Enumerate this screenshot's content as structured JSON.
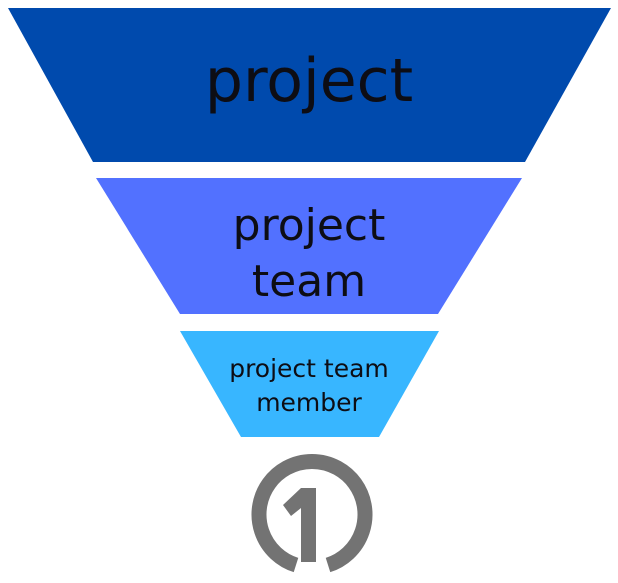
{
  "funnel": {
    "tiers": [
      {
        "lines": [
          "project"
        ],
        "color": "#004aad"
      },
      {
        "lines": [
          "project",
          "team"
        ],
        "color": "#5271ff"
      },
      {
        "lines": [
          "project team",
          "member"
        ],
        "color": "#38b6ff"
      }
    ]
  },
  "logo": {
    "icon": "numeral-one-in-ring-icon",
    "color": "#737373"
  }
}
